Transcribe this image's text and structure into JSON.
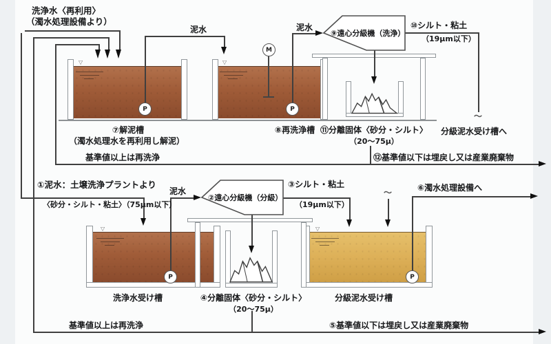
{
  "icons": {
    "pump": "P",
    "motor": "M",
    "water_level": "▽",
    "pipe_break": "〜"
  },
  "colors": {
    "mud_liquid": "#a5613c",
    "classified_liquid": "#deb057",
    "pipe_line": "#3f3f3f",
    "structure_line": "#90969a"
  },
  "top": {
    "wash_water_feed_line1": "洗浄水〈再利用〉",
    "wash_water_feed_line2": "（濁水処理設備より）",
    "mud_water_to_tank8": "泥水",
    "mud_water_to_centrifuge": "泥水",
    "tank7_name": "⑦解泥槽",
    "tank7_note": "（濁水処理水を再利用し解泥）",
    "tank8_name": "⑧再洗浄槽",
    "centrifuge_label": "⑨遠心分級機（洗浄）",
    "silt_out_line1": "⑩シルト・粘土",
    "silt_out_line2": "（19μm以下）",
    "solids_line1": "⑪分離固体〈砂分・シルト〉",
    "solids_line2": "（20〜75μ）",
    "to_receiver_tank": "分級泥水受け槽へ",
    "recycle_note": "基準値以上は再洗浄",
    "disposal_note": "⑫基準値以下は埋戻し又は産業廃棄物"
  },
  "bottom": {
    "mud_feed_line1": "①泥水：土壌洗浄プラントより",
    "mud_feed_line2": "〈砂分・シルト・粘土〉（75μm以下）",
    "mud_water_to_centrifuge": "泥水",
    "centrifuge_label": "②遠心分級機（分級）",
    "silt_out_line1": "③シルト・粘土",
    "silt_out_line2": "（19μm以下）",
    "to_treatment": "⑥濁水処理設備へ",
    "wash_tank_name": "洗浄水受け槽",
    "solids_line1": "④分離固体〈砂分・シルト〉",
    "solids_line2": "（20〜75μ）",
    "receiver_tank_name": "分級泥水受け槽",
    "recycle_note": "基準値以上は再洗浄",
    "disposal_note": "⑤基準値以下は埋戻し又は産業廃棄物"
  }
}
